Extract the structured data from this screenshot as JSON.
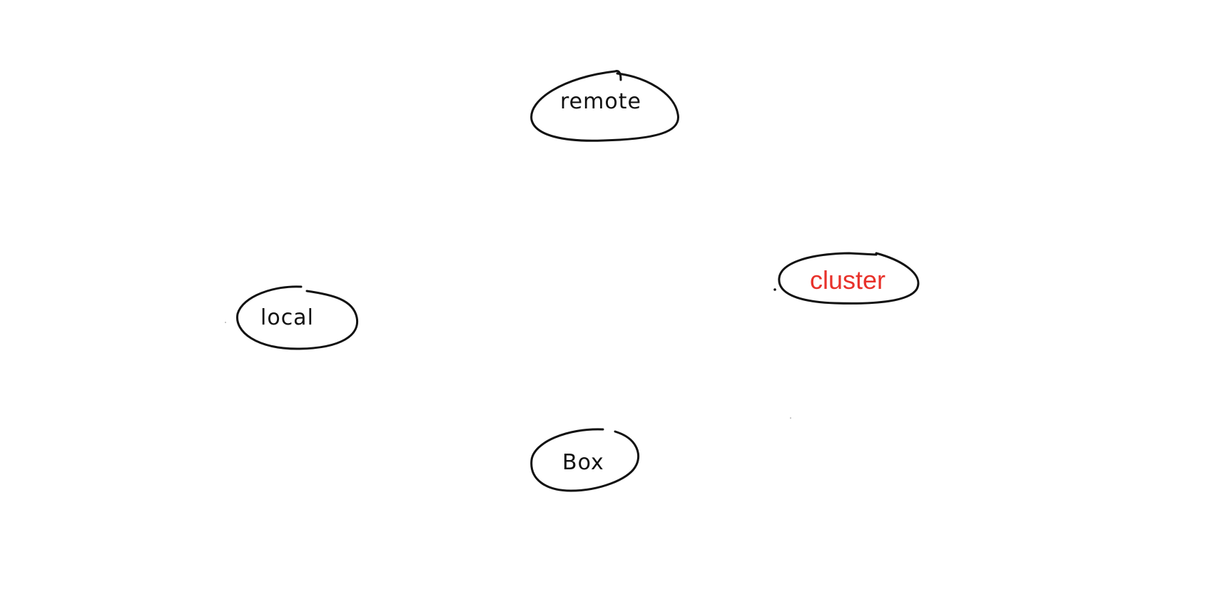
{
  "diagram": {
    "nodes": [
      {
        "id": "remote",
        "label": "remote",
        "style": "handwritten"
      },
      {
        "id": "local",
        "label": "local",
        "style": "handwritten"
      },
      {
        "id": "cluster",
        "label": "cluster",
        "style": "typed"
      },
      {
        "id": "box",
        "label": "Box",
        "style": "handwritten"
      }
    ],
    "colors": {
      "ink": "#111111",
      "accent": "#e8312a",
      "background": "#ffffff"
    }
  }
}
